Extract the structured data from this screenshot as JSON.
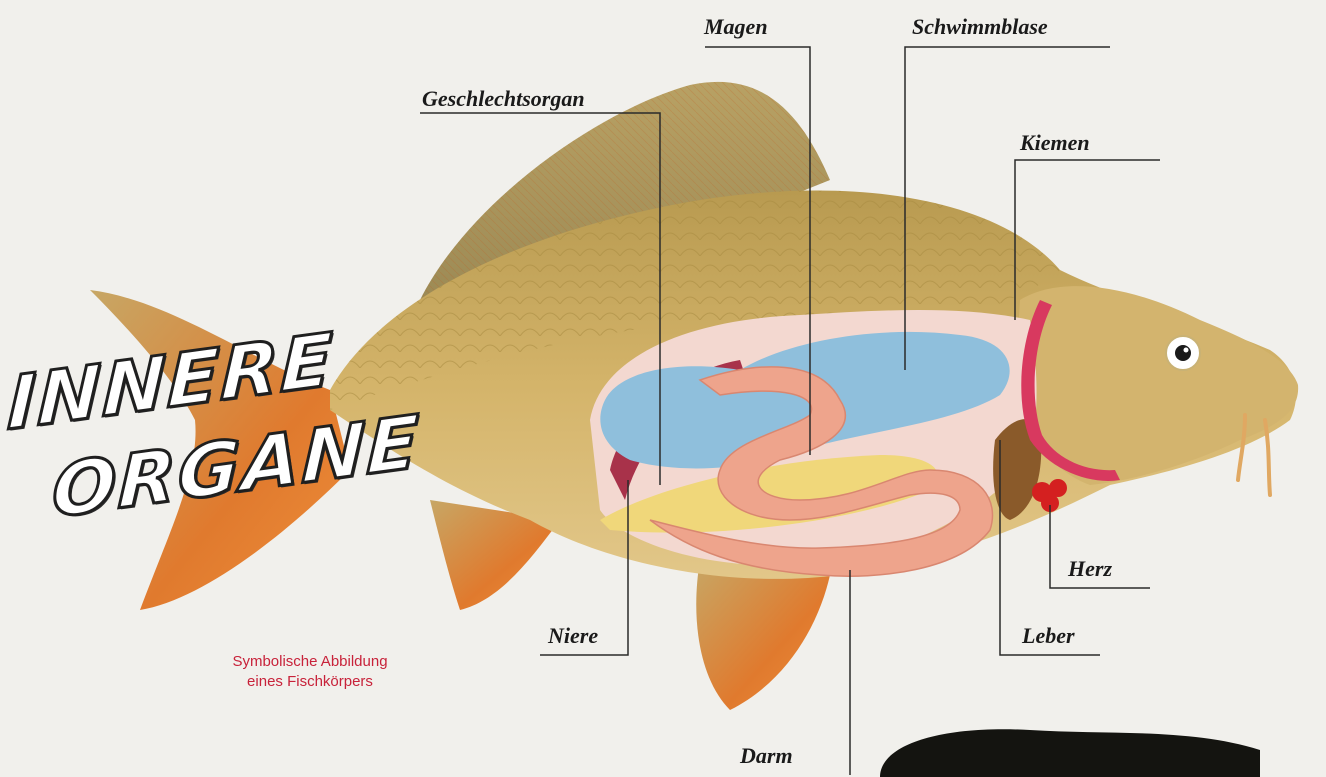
{
  "title": {
    "line1": "INNERE",
    "line2": "ORGANE"
  },
  "caption": {
    "line1": "Symbolische Abbildung",
    "line2": "eines Fischkörpers"
  },
  "labels": {
    "magen": "Magen",
    "schwimmblase": "Schwimmblase",
    "geschlechtsorgan": "Geschlechtsorgan",
    "kiemen": "Kiemen",
    "herz": "Herz",
    "niere": "Niere",
    "leber": "Leber",
    "darm": "Darm"
  },
  "colors": {
    "background": "#f1f0ec",
    "body": "#c9a85a",
    "fins": "#e07a2e",
    "swim_bladder": "#8fbfdc",
    "intestine": "#eea48c",
    "gonad": "#f0d77a",
    "kidney": "#a8324a",
    "gills": "#d8395f",
    "liver": "#8a5a2a",
    "heart": "#d42020",
    "caption": "#c8223a"
  }
}
